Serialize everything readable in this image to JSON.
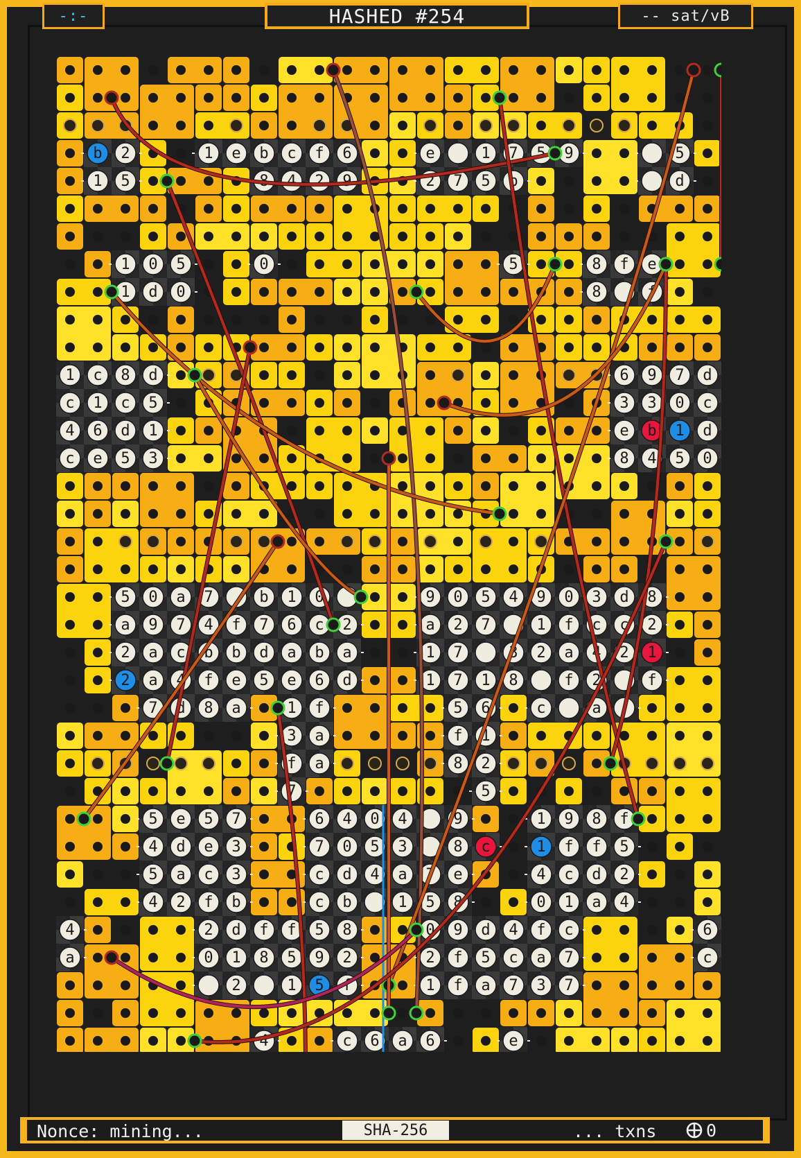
{
  "header": {
    "left": "-:-",
    "title": "HASHED #254",
    "fee": "-- sat/vB"
  },
  "footer": {
    "nonce": "Nonce: mining...",
    "hash_function": "SHA-256",
    "txns": "... txns",
    "count": "0"
  },
  "colors": {
    "frame": "#f7b81d",
    "board_background": "#1e1e1e",
    "block_orange": "#f7ae14",
    "block_yellow": "#fcd40e",
    "block_light": "#ffe12a",
    "hole": "#1a1a1a",
    "chip_light": "#efece0",
    "chip_dark": "#2a2a2a",
    "accent_blue": "#1e8ee6",
    "accent_red": "#e8153c",
    "wire_red": "#b22a1e",
    "wire_orange": "#c75a16",
    "wire_pink": "#b0245c",
    "wire_brown": "#94503a",
    "wire_end_green": "#3fd13a"
  },
  "chips": [
    {
      "text": "b2",
      "col": 1,
      "row": 3
    },
    {
      "text": "15",
      "col": 1,
      "row": 4
    },
    {
      "text": "1ebcf6",
      "col": 5,
      "row": 3
    },
    {
      "text": "8429",
      "col": 7,
      "row": 4
    },
    {
      "text": "e_1759",
      "col": 13,
      "row": 3
    },
    {
      "text": "275b",
      "col": 13,
      "row": 4
    },
    {
      "text": "_5",
      "col": 21,
      "row": 3
    },
    {
      "text": "_d",
      "col": 21,
      "row": 4
    },
    {
      "text": "105",
      "col": 2,
      "row": 7
    },
    {
      "text": "1d0",
      "col": 2,
      "row": 8
    },
    {
      "text": "0",
      "col": 7,
      "row": 7
    },
    {
      "text": "5",
      "col": 16,
      "row": 7
    },
    {
      "text": "8fe",
      "col": 19,
      "row": 7
    },
    {
      "text": "8_f",
      "col": 19,
      "row": 8
    },
    {
      "text": "1c8d",
      "col": 0,
      "row": 11
    },
    {
      "text": "c1c5",
      "col": 0,
      "row": 12
    },
    {
      "text": "46d1",
      "col": 0,
      "row": 13
    },
    {
      "text": "ce53",
      "col": 0,
      "row": 14
    },
    {
      "text": "697d",
      "col": 20,
      "row": 11
    },
    {
      "text": "330c",
      "col": 20,
      "row": 12
    },
    {
      "text": "eb1d",
      "col": 20,
      "row": 13
    },
    {
      "text": "8450",
      "col": 20,
      "row": 14
    },
    {
      "text": "50a7_b10_",
      "col": 2,
      "row": 19
    },
    {
      "text": "a974f76c2",
      "col": 2,
      "row": 20
    },
    {
      "text": "2acbbdaba",
      "col": 2,
      "row": 21
    },
    {
      "text": "2a4fe5e6d",
      "col": 2,
      "row": 22
    },
    {
      "text": "9054903d8",
      "col": 13,
      "row": 19
    },
    {
      "text": "a27_1fcc2",
      "col": 13,
      "row": 20
    },
    {
      "text": "17_32a421",
      "col": 13,
      "row": 21
    },
    {
      "text": "1718_f2_f",
      "col": 13,
      "row": 22
    },
    {
      "text": "7d8a",
      "col": 3,
      "row": 23
    },
    {
      "text": "1f",
      "col": 8,
      "row": 23
    },
    {
      "text": "3a",
      "col": 8,
      "row": 24
    },
    {
      "text": "fa",
      "col": 8,
      "row": 25
    },
    {
      "text": "7",
      "col": 8,
      "row": 26
    },
    {
      "text": "56",
      "col": 14,
      "row": 23
    },
    {
      "text": "f1",
      "col": 14,
      "row": 24
    },
    {
      "text": "82",
      "col": 14,
      "row": 25
    },
    {
      "text": "5",
      "col": 15,
      "row": 26
    },
    {
      "text": "c_a_",
      "col": 17,
      "row": 23
    },
    {
      "text": "5e57",
      "col": 3,
      "row": 27
    },
    {
      "text": "4de3",
      "col": 3,
      "row": 28
    },
    {
      "text": "5ac3",
      "col": 3,
      "row": 29
    },
    {
      "text": "42fb",
      "col": 3,
      "row": 30
    },
    {
      "text": "6404_9",
      "col": 9,
      "row": 27
    },
    {
      "text": "7053_8c",
      "col": 9,
      "row": 28
    },
    {
      "text": "cd4a7e",
      "col": 9,
      "row": 29
    },
    {
      "text": "cb_158",
      "col": 9,
      "row": 30
    },
    {
      "text": "198f",
      "col": 17,
      "row": 27
    },
    {
      "text": "1ff5",
      "col": 17,
      "row": 28
    },
    {
      "text": "4cd2",
      "col": 17,
      "row": 29
    },
    {
      "text": "01a4",
      "col": 17,
      "row": 30
    },
    {
      "text": "4",
      "col": 0,
      "row": 31
    },
    {
      "text": "a",
      "col": 0,
      "row": 32
    },
    {
      "text": "2dff58",
      "col": 5,
      "row": 31
    },
    {
      "text": "018592",
      "col": 5,
      "row": 32
    },
    {
      "text": "_2_15f",
      "col": 5,
      "row": 33
    },
    {
      "text": "09d4fc",
      "col": 13,
      "row": 31
    },
    {
      "text": "2f5ca7",
      "col": 13,
      "row": 32
    },
    {
      "text": "1fa737",
      "col": 13,
      "row": 33
    },
    {
      "text": "6",
      "col": 23,
      "row": 31
    },
    {
      "text": "c",
      "col": 23,
      "row": 32
    },
    {
      "text": "4",
      "col": 7,
      "row": 35
    },
    {
      "text": "c6a6",
      "col": 10,
      "row": 35
    },
    {
      "text": "e",
      "col": 16,
      "row": 35
    }
  ],
  "highlights": [
    {
      "col": 1,
      "row": 3,
      "color": "blue"
    },
    {
      "col": 21,
      "row": 13,
      "color": "red"
    },
    {
      "col": 22,
      "row": 13,
      "color": "blue"
    },
    {
      "col": 21,
      "row": 21,
      "color": "red"
    },
    {
      "col": 2,
      "row": 22,
      "color": "blue"
    },
    {
      "col": 15,
      "row": 28,
      "color": "red"
    },
    {
      "col": 17,
      "row": 28,
      "color": "blue"
    },
    {
      "col": 9,
      "row": 33,
      "color": "blue"
    }
  ]
}
